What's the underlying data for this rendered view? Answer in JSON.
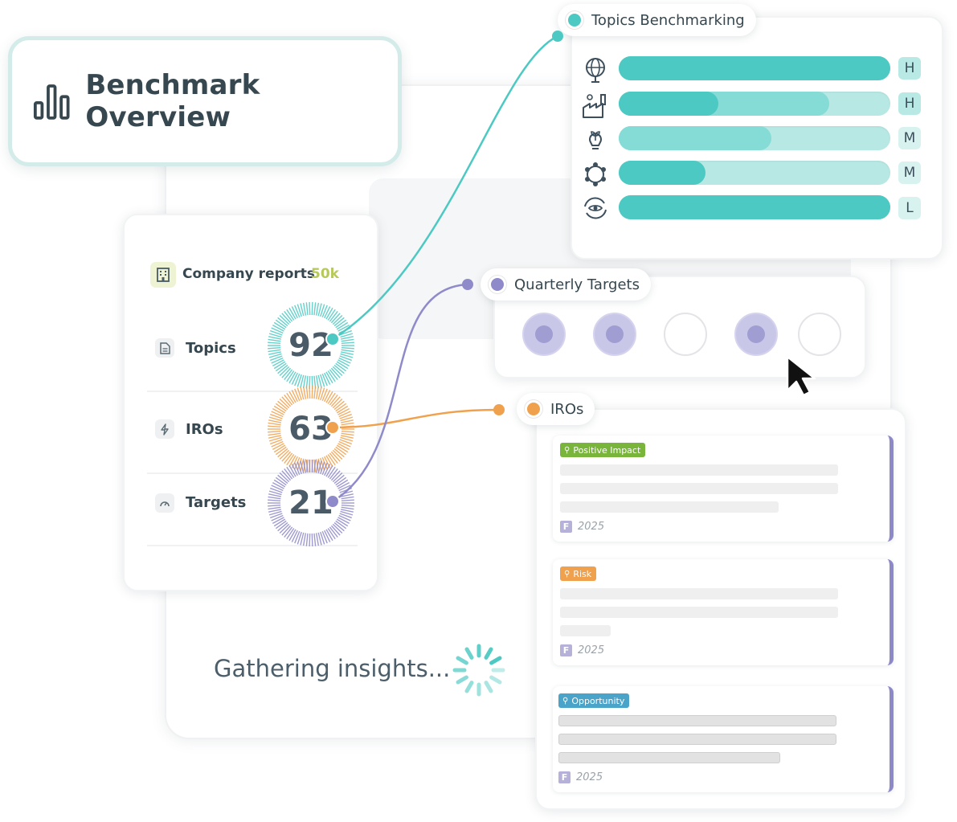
{
  "overview": {
    "title": "Benchmark Overview",
    "icon": "bar-chart-icon"
  },
  "stats": {
    "company_reports": {
      "label": "Company reports",
      "value": "50k",
      "icon": "building-icon",
      "accent": "#b7c95a"
    },
    "rows": [
      {
        "label": "Topics",
        "value": "92",
        "icon": "document-icon",
        "color": "#4cc9c2"
      },
      {
        "label": "IROs",
        "value": "63",
        "icon": "lightning-icon",
        "color": "#f0a14d"
      },
      {
        "label": "Targets",
        "value": "21",
        "icon": "gauge-icon",
        "color": "#8f8ac9"
      }
    ]
  },
  "topics_benchmarking": {
    "title": "Topics Benchmarking",
    "accent": "#4cc9c2",
    "rows": [
      {
        "icon": "globe-icon",
        "level": "H"
      },
      {
        "icon": "industry-icon",
        "level": "H"
      },
      {
        "icon": "plant-bulb-icon",
        "level": "M"
      },
      {
        "icon": "network-icon",
        "level": "M"
      },
      {
        "icon": "eye-cycle-icon",
        "level": "L"
      }
    ]
  },
  "quarterly_targets": {
    "title": "Quarterly Targets",
    "accent": "#8f8ac9",
    "quarters": [
      true,
      true,
      false,
      true,
      false
    ]
  },
  "iros": {
    "title": "IROs",
    "accent": "#f0a14d",
    "items": [
      {
        "tag": "Positive Impact",
        "tag_color": "#78b53a",
        "year": "2025",
        "year_icon": "F"
      },
      {
        "tag": "Risk",
        "tag_color": "#f0a14d",
        "year": "2025",
        "year_icon": "F"
      },
      {
        "tag": "Opportunity",
        "tag_color": "#4aa3c8",
        "year": "2025",
        "year_icon": "F"
      }
    ]
  },
  "status": {
    "text": "Gathering insights...",
    "icon": "loading-spinner-icon"
  },
  "cursor": {
    "icon": "mouse-pointer-icon"
  }
}
